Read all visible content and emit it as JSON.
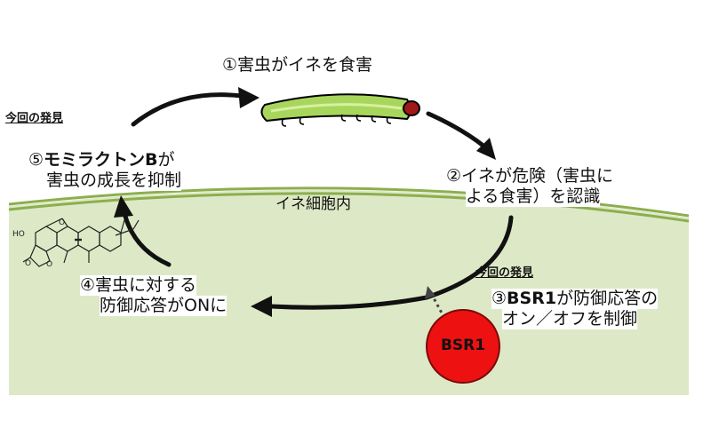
{
  "steps": {
    "s1": "①害虫がイネを食害",
    "s2_line1": "②イネが危険（害虫に",
    "s2_line2": "よる食害）を認識",
    "s3_prefix": "③",
    "s3_bold": "BSR1",
    "s3_line1_rest": "が防御応答の",
    "s3_line2": "オン／オフを制御",
    "s4_line1": "④害虫に対する",
    "s4_line2": "防御応答がONに",
    "s5_prefix": "⑤",
    "s5_bold": "モミラクトンB",
    "s5_line1_rest": "が",
    "s5_line2": "害虫の成長を抑制"
  },
  "notes": {
    "discovery_left": "今回の発見",
    "discovery_right": "今回の発見"
  },
  "cell_label": "イネ細胞内",
  "bsr1_label": "BSR1",
  "molecule_label": "HO",
  "colors": {
    "cell_fill": "#dde9c6",
    "cell_border": "#8cae4e",
    "bsr1_fill": "#ee1111",
    "caterpillar_body": "#a8d65c",
    "caterpillar_head": "#a01818",
    "arrow": "#111111"
  }
}
